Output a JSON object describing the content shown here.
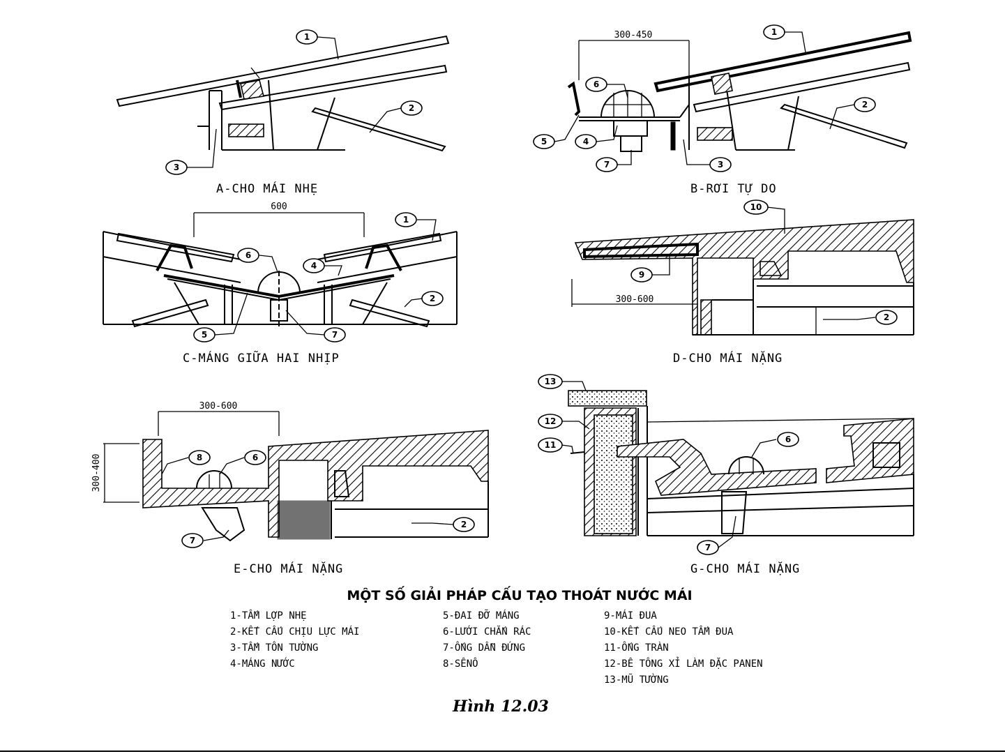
{
  "details": {
    "a": {
      "caption": "A-CHO MÁI NHẸ"
    },
    "b": {
      "caption": "B-RƠI TỰ DO",
      "dimension": "300-450"
    },
    "c": {
      "caption": "C-MÁNG GIỮA HAI NHỊP",
      "dimension": "600"
    },
    "d": {
      "caption": "D-CHO MÁI NẶNG",
      "dimension": "300-600"
    },
    "e": {
      "caption": "E-CHO MÁI NẶNG",
      "dimension_h": "300-600",
      "dimension_v": "300-400"
    },
    "g": {
      "caption": "G-CHO MÁI NẶNG"
    }
  },
  "marker_numbers": [
    "1",
    "2",
    "3",
    "4",
    "5",
    "6",
    "7",
    "8",
    "9",
    "10",
    "11",
    "12",
    "13"
  ],
  "title": "MỘT SỐ GIẢI PHÁP CẤU TẠO THOÁT NƯỚC MÁI",
  "legend": {
    "col1": [
      "1-TẤM LỢP NHẸ",
      "2-KẾT CẤU CHỊU LỰC MÁI",
      "3-TẤM TÔN TƯỜNG",
      "4-MÁNG NƯỚC"
    ],
    "col2": [
      "5-ĐAI ĐỠ MÁNG",
      "6-LƯỚI CHẮN RÁC",
      "7-ỐNG DẪN ĐỨNG",
      "8-SÊNÔ"
    ],
    "col3": [
      "9-MÁI ĐUA",
      "10-KẾT CẤU NEO TẤM ĐUA",
      "11-ỐNG TRÀN",
      "12-BÊ TÔNG XỈ LÀM ĐẶC PANEN",
      "13-MŨ TƯỜNG"
    ]
  },
  "figure_label": "Hình 12.03"
}
